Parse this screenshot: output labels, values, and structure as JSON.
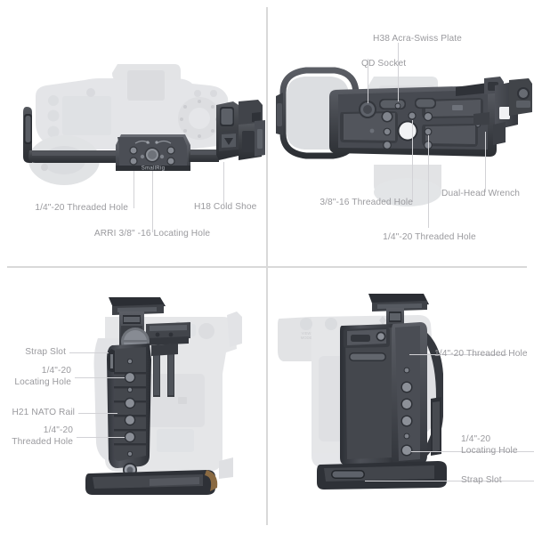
{
  "document": {
    "type": "product-feature-diagram",
    "subject": "SmallRig camera cage",
    "brand_text": "SmallRig",
    "layout": "2x2 grid of camera views with annotated callouts",
    "background_color": "#ffffff",
    "label_color": "#9a9a9e",
    "leader_line_color": "#d2d2d6",
    "divider_color": "#d9d9d9",
    "cage_dark_color": "#3a3d42",
    "camera_ghost_color": "#d4d6da"
  },
  "panels": [
    {
      "id": "top-left",
      "view": "top-view",
      "callouts": [
        {
          "id": "tl-1",
          "label": "1/4\"-20 Threaded Hole"
        },
        {
          "id": "tl-2",
          "label": "ARRI 3/8\" -16 Locating Hole"
        },
        {
          "id": "tl-3",
          "label": "H18 Cold Shoe"
        }
      ]
    },
    {
      "id": "top-right",
      "view": "bottom-view",
      "callouts": [
        {
          "id": "tr-1",
          "label": "H38 Acra-Swiss Plate"
        },
        {
          "id": "tr-2",
          "label": "QD Socket"
        },
        {
          "id": "tr-3",
          "label": "3/8\"-16 Threaded Hole"
        },
        {
          "id": "tr-4",
          "label": "1/4\"-20 Threaded Hole"
        },
        {
          "id": "tr-5",
          "label": "Dual-Head Wrench"
        }
      ]
    },
    {
      "id": "bottom-left",
      "view": "left-side-view",
      "callouts": [
        {
          "id": "bl-1",
          "label": "Strap Slot"
        },
        {
          "id": "bl-2",
          "label": "1/4\"-20\nLocating Hole"
        },
        {
          "id": "bl-3",
          "label": "H21 NATO Rail"
        },
        {
          "id": "bl-4",
          "label": "1/4\"-20\nThreaded Hole"
        }
      ]
    },
    {
      "id": "bottom-right",
      "view": "right-side-view",
      "callouts": [
        {
          "id": "br-1",
          "label": "1/4\"-20 Threaded Hole"
        },
        {
          "id": "br-2",
          "label": "1/4\"-20\nLocating Hole"
        },
        {
          "id": "br-3",
          "label": "Strap Slot"
        }
      ]
    }
  ]
}
